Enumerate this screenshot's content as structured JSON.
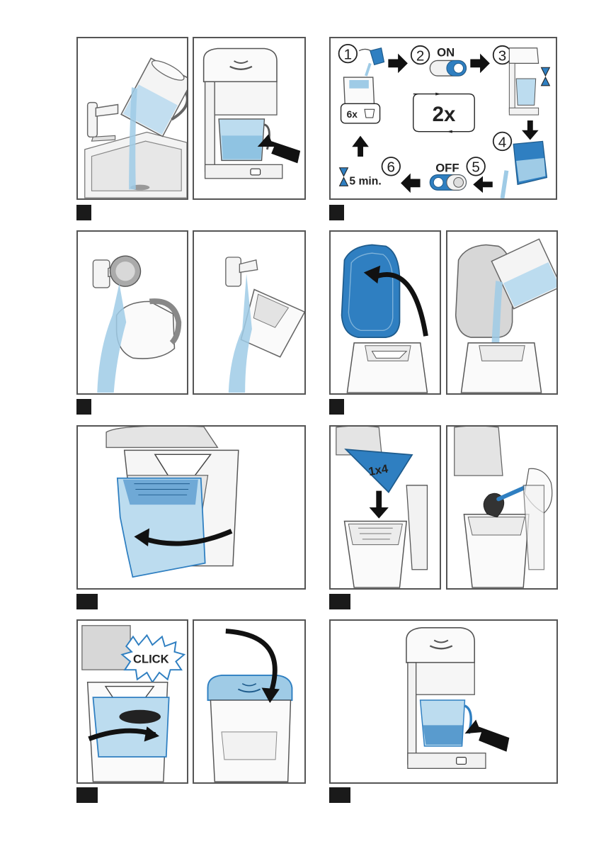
{
  "step_badges": [
    {
      "id": "b1"
    },
    {
      "id": "b2"
    },
    {
      "id": "b3"
    },
    {
      "id": "b4"
    },
    {
      "id": "b5"
    },
    {
      "id": "b6"
    },
    {
      "id": "b7"
    },
    {
      "id": "b8"
    }
  ],
  "descale_cycle": {
    "steps": [
      "1",
      "2",
      "3",
      "4",
      "5",
      "6"
    ],
    "on_label": "ON",
    "off_label": "OFF",
    "repeat_label": "2x",
    "repeat_rinse_label": "6x",
    "wait_label": "5 min."
  },
  "filter_cone_label": "1x4",
  "click_label": "CLICK",
  "colors": {
    "accent_blue": "#2f7fc1",
    "light_blue": "#bcdcef",
    "water_blue": "#9fcbe6",
    "dark": "#1a1a1a",
    "border": "#555555"
  }
}
